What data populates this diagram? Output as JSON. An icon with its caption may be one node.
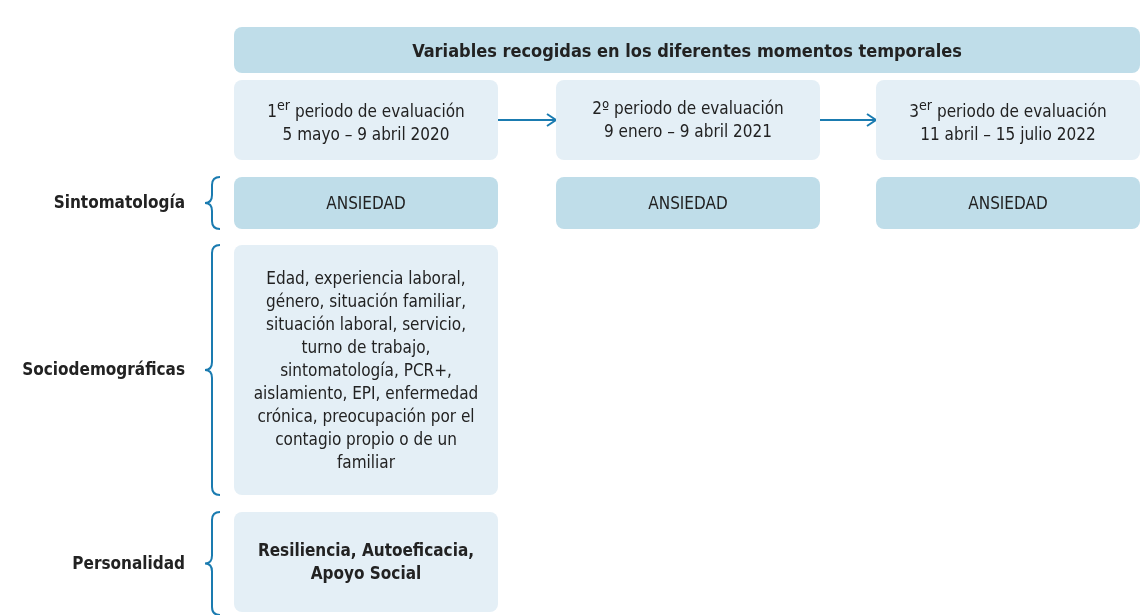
{
  "diagram": {
    "nodes": [
      {
        "text": [
          "Variables recogidas en los diferentes momentos temporales"
        ]
      },
      {
        "text": [
          "1$^{er}$ periodo de evaluación",
          "5 mayo – 9 abril 2020"
        ]
      },
      {
        "text": [
          "2º periodo de evaluación",
          "9 enero – 9 abril 2021"
        ]
      },
      {
        "text": [
          "3$^{er}$ periodo de evaluación",
          "11 abril – 15 julio 2022"
        ]
      },
      {
        "text": [
          "ANSIEDAD"
        ]
      },
      {
        "text": [
          "ANSIEDAD"
        ]
      },
      {
        "text": [
          "ANSIEDAD"
        ]
      },
      {
        "text": [
          "Edad, experiencia laboral, género, situación familiar, situación laboral, servicio, turno de trabajo, sintomatología, PCR+, aislamiento, EPI, enfermedad crónica, preocupación por el contagio propio o de un familiar"
        ]
      },
      {
        "text": [
          "Resiliencia, Autoeficacia, Apoyo Social"
        ]
      }
    ],
    "edges": [
      {
        "from": 1,
        "to": 2,
        "arrow": "to"
      },
      {
        "from": 2,
        "to": 3,
        "arrow": "to"
      }
    ],
    "labels": [
      "Sintomatología",
      "Sociodemográficas",
      "Personalidad"
    ]
  }
}
